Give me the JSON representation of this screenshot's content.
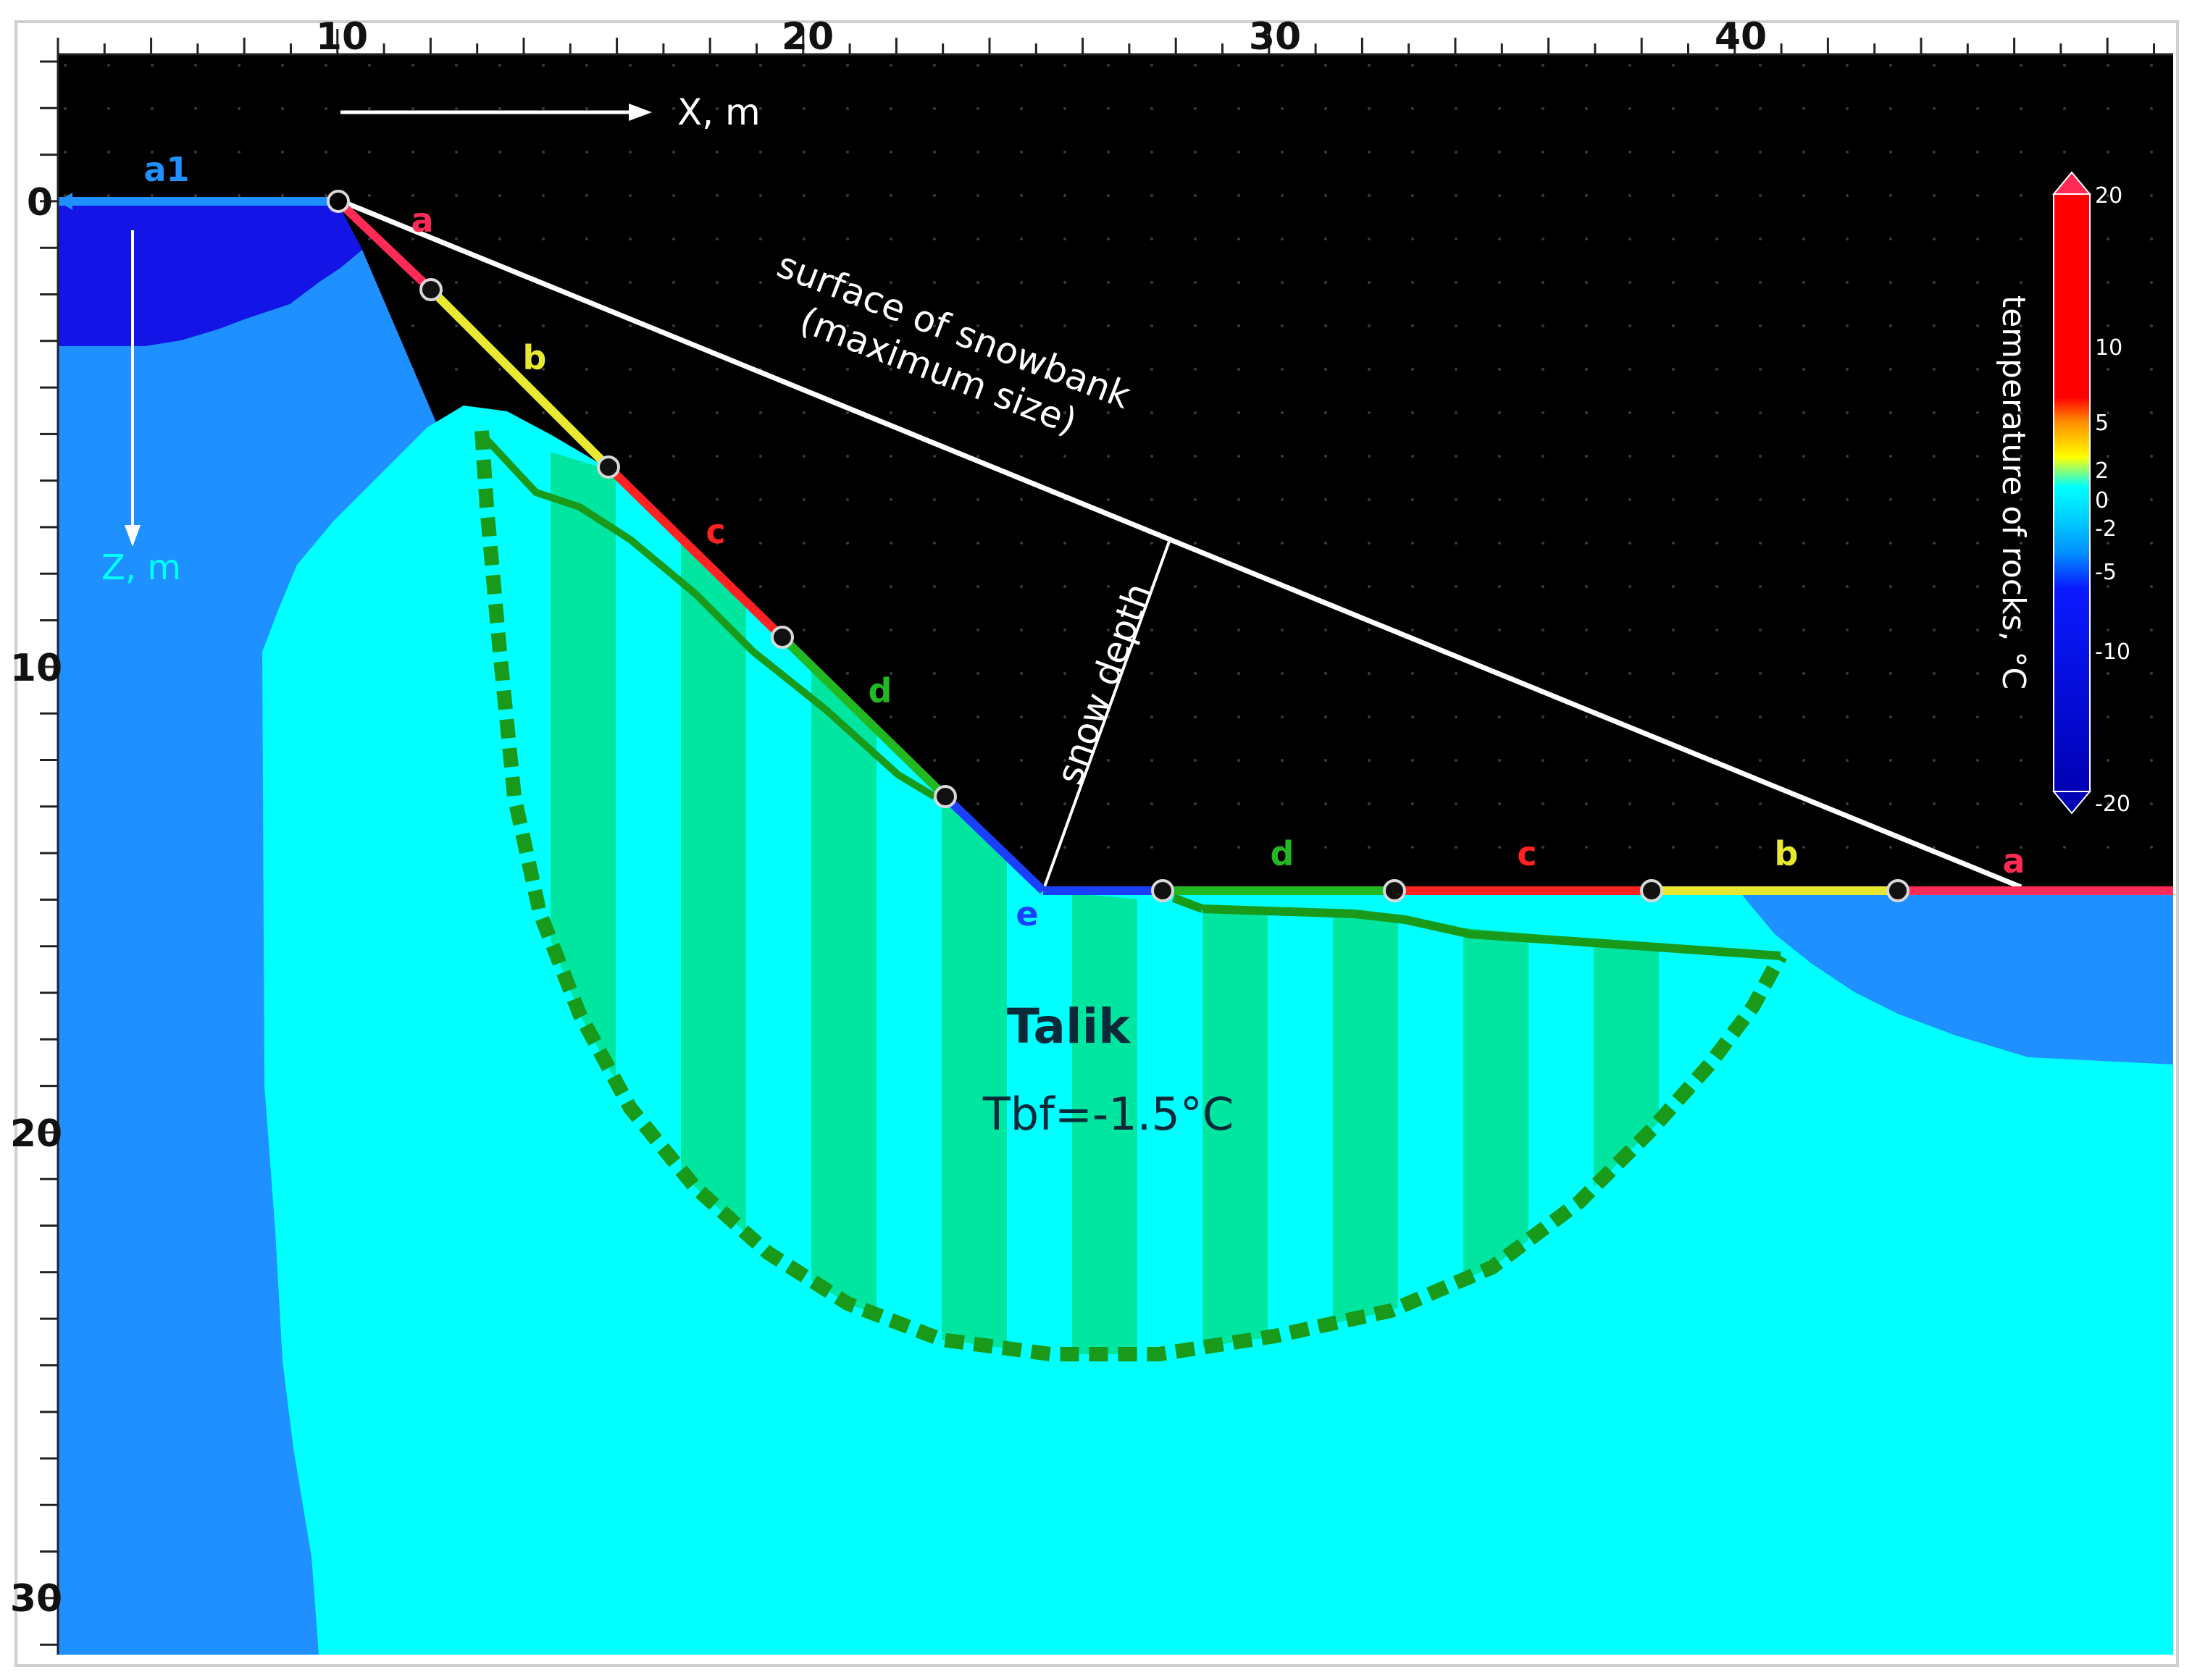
{
  "axes": {
    "x_label": "X, m",
    "z_label": "Z, m",
    "x_ticks": [
      "10",
      "20",
      "30",
      "40"
    ],
    "z_ticks": [
      "0",
      "10",
      "20",
      "30"
    ]
  },
  "labels": {
    "snowbank": [
      "surface of snowbank",
      "(maximum size)"
    ],
    "snow_depth": "snow depth",
    "talik": "Talik",
    "tbf": "Tbf=-1.5°C"
  },
  "segments": {
    "a1": "a1",
    "slope": [
      {
        "label": "a",
        "color": "#ff2a55"
      },
      {
        "label": "b",
        "color": "#e8e830"
      },
      {
        "label": "c",
        "color": "#ff2222"
      },
      {
        "label": "d",
        "color": "#22b822"
      },
      {
        "label": "e",
        "color": "#1a3fff"
      }
    ],
    "bottom": [
      {
        "label": "d",
        "color": "#22b822"
      },
      {
        "label": "c",
        "color": "#ff2222"
      },
      {
        "label": "b",
        "color": "#e8e830"
      },
      {
        "label": "a",
        "color": "#ff2a55"
      }
    ]
  },
  "colorbar": {
    "title": "temperature of rocks, °C",
    "ticks": [
      "20",
      "10",
      "5",
      "2",
      "0",
      "-2",
      "-5",
      "-10",
      "-20"
    ],
    "colors": [
      "#ff0000",
      "#ff8a00",
      "#ffff00",
      "#00ffff",
      "#0090ff",
      "#0a1aff",
      "#0000b4"
    ]
  },
  "colors": {
    "background": "#000000",
    "permafrost_cold": "#1414e6",
    "permafrost": "#1e90ff",
    "near_zero": "#00ffff",
    "talik_stripe": "#00e6a0",
    "talik_border": "#1a9a1a"
  }
}
